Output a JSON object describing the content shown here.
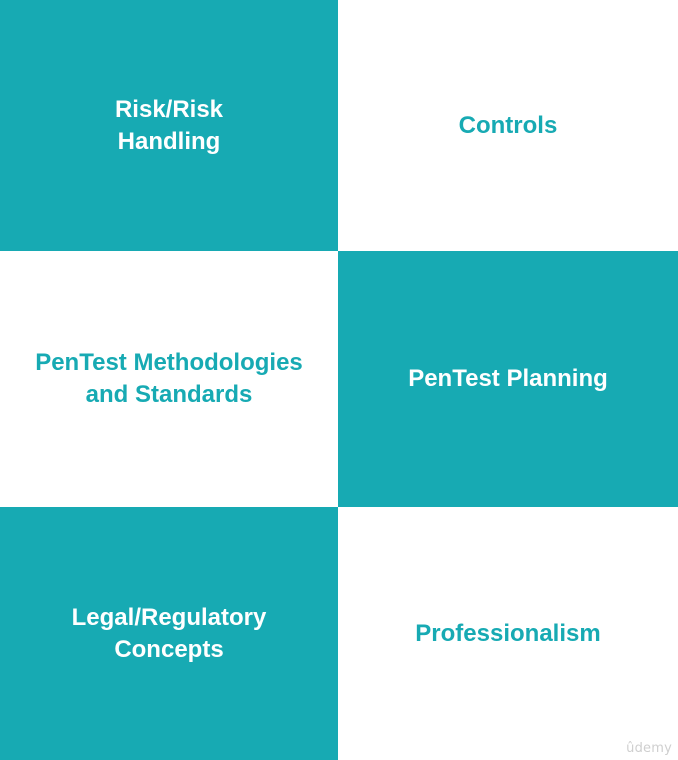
{
  "tiles": [
    {
      "lines": [
        "Risk/Risk",
        "Handling"
      ]
    },
    {
      "lines": [
        "Controls"
      ]
    },
    {
      "lines": [
        "PenTest Methodologies",
        "and Standards"
      ]
    },
    {
      "lines": [
        "PenTest Planning"
      ]
    },
    {
      "lines": [
        "Legal/Regulatory",
        "Concepts"
      ]
    },
    {
      "lines": [
        "Professionalism"
      ]
    }
  ],
  "colors": {
    "accent": "#17aab3",
    "background": "#ffffff"
  },
  "watermark": "ûdemy"
}
